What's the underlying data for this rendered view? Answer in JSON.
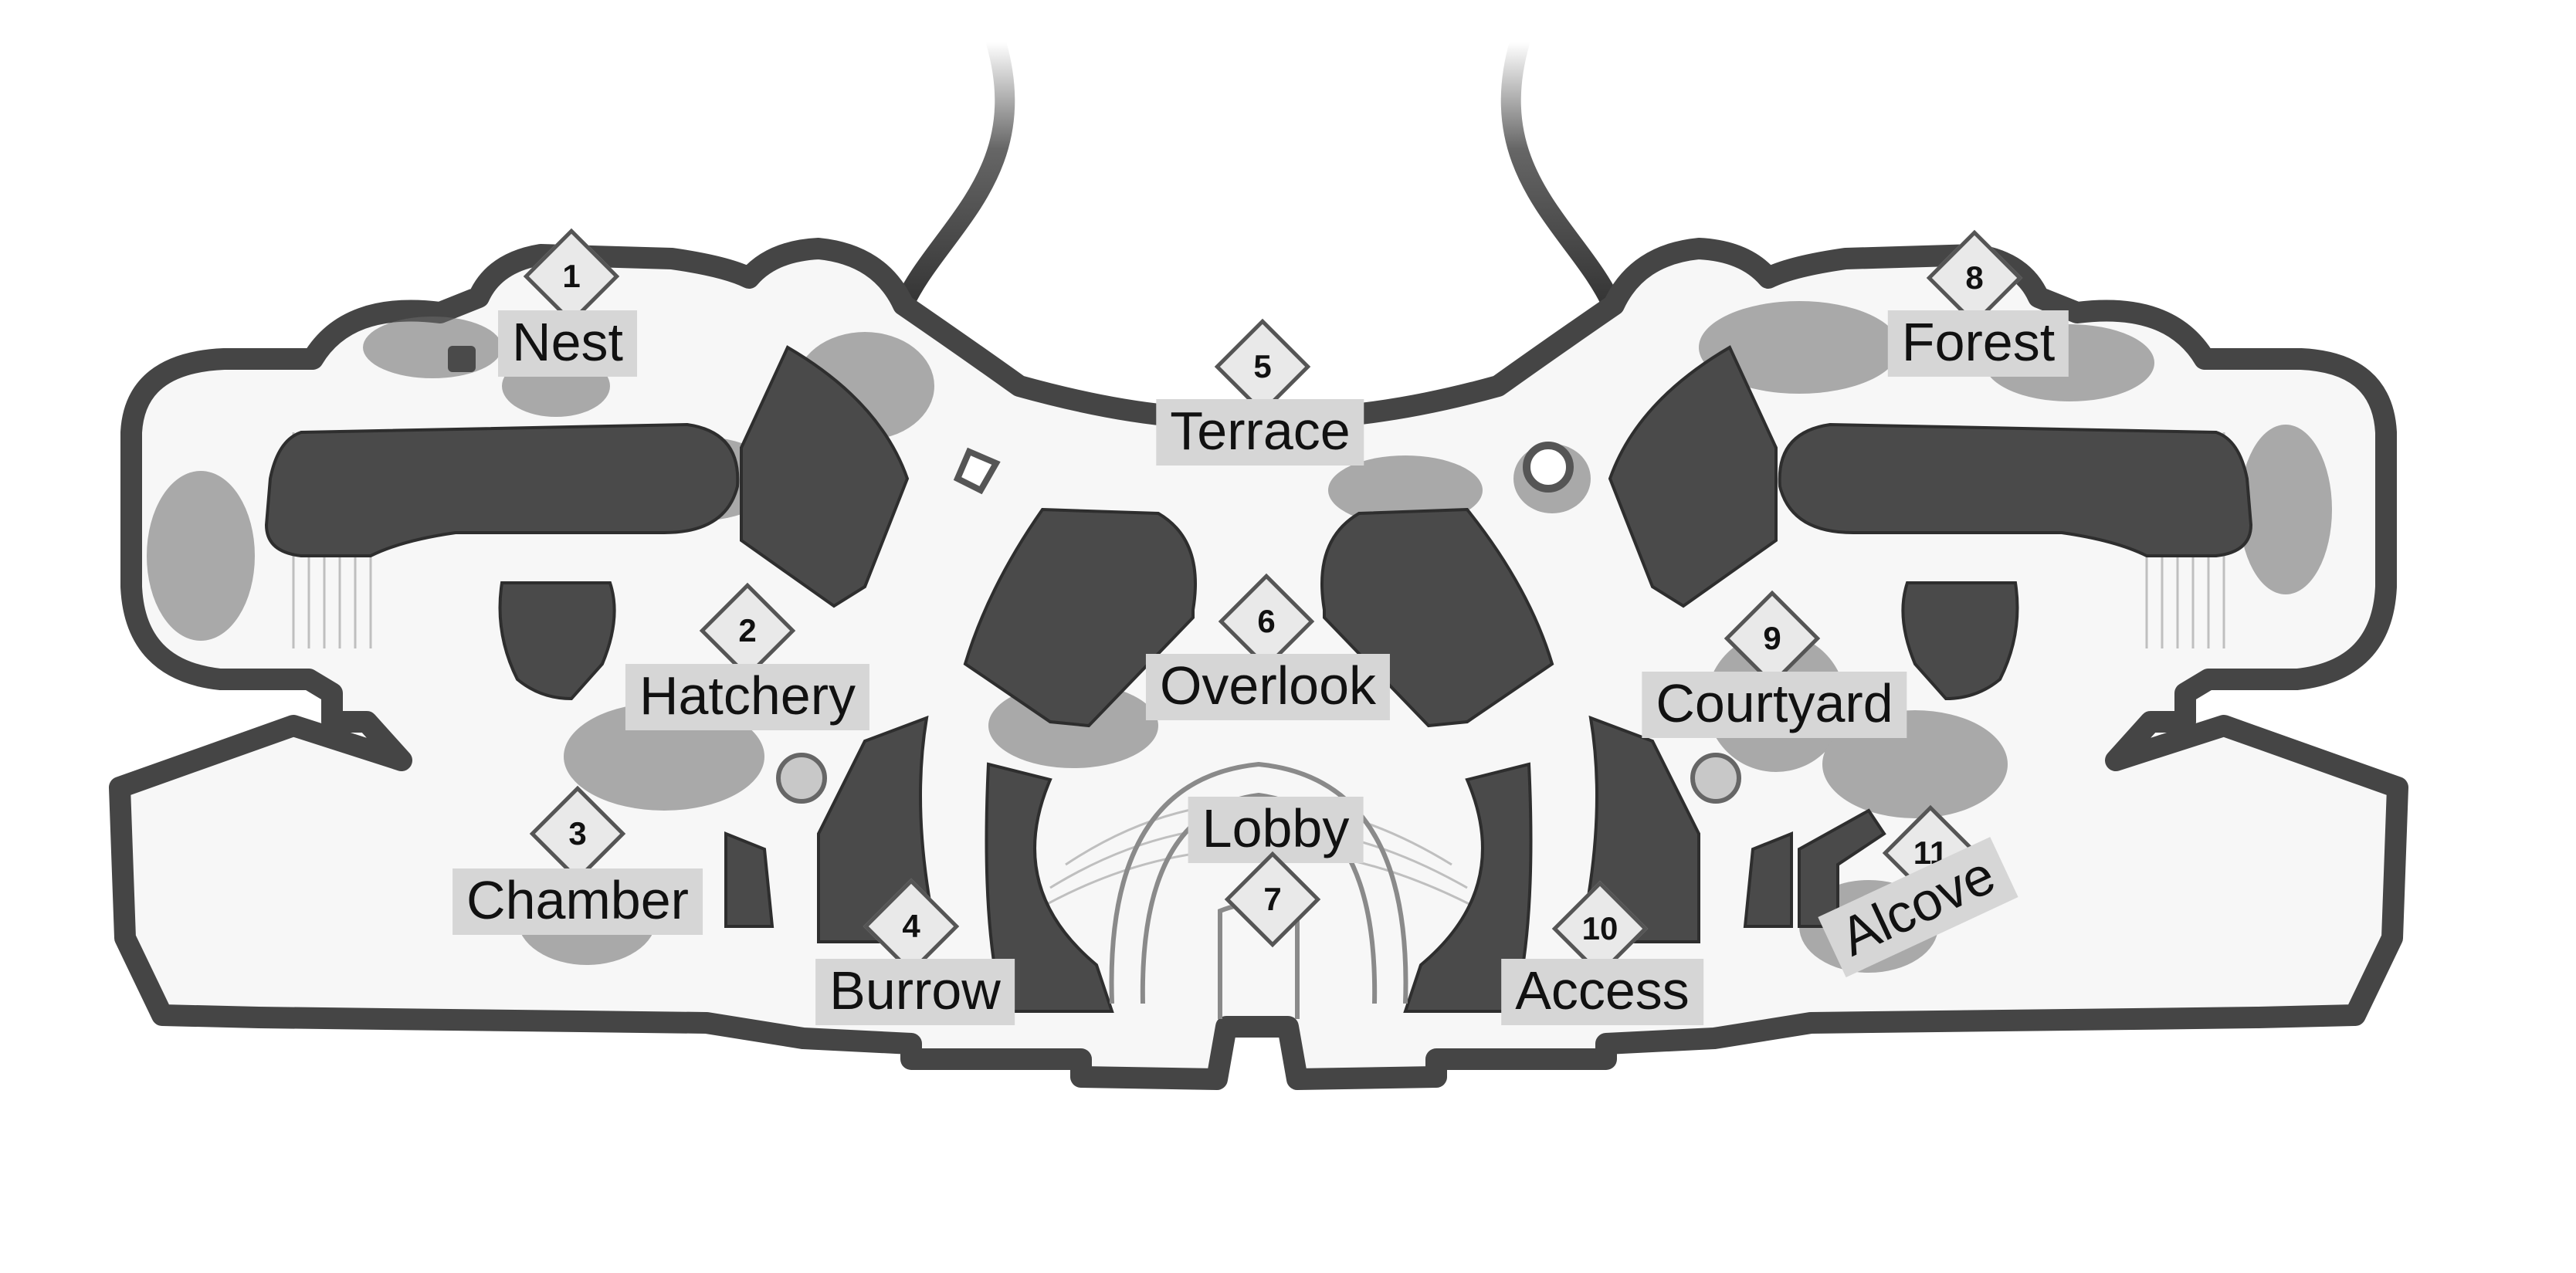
{
  "map": {
    "colors": {
      "wall": "#454545",
      "floor": "#f7f7f7",
      "block": "#4a4a4a",
      "vegetation": "#6a6a6a",
      "label_bg": "#d6d6d6",
      "marker_fill": "#e9e9e9",
      "marker_border": "#555555"
    },
    "zones": [
      {
        "number": "1",
        "label": "Nest"
      },
      {
        "number": "2",
        "label": "Hatchery"
      },
      {
        "number": "3",
        "label": "Chamber"
      },
      {
        "number": "4",
        "label": "Burrow"
      },
      {
        "number": "5",
        "label": "Terrace"
      },
      {
        "number": "6",
        "label": "Overlook"
      },
      {
        "number": "7",
        "label": "Lobby"
      },
      {
        "number": "8",
        "label": "Forest"
      },
      {
        "number": "9",
        "label": "Courtyard"
      },
      {
        "number": "10",
        "label": "Access"
      },
      {
        "number": "11",
        "label": "Alcove"
      }
    ]
  }
}
